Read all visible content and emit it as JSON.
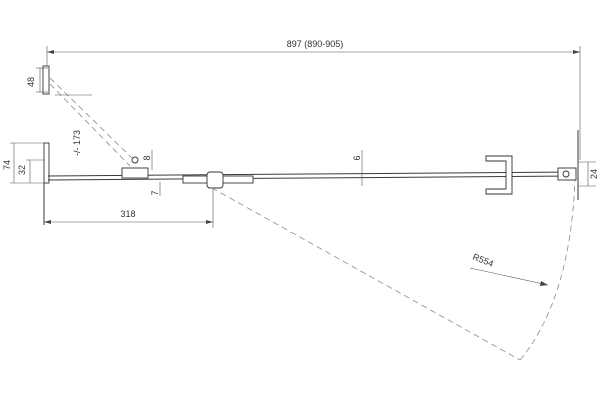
{
  "drawing": {
    "labels": {
      "overall_width": "897 (890-905)",
      "wall_profile_48": "48",
      "opening_angle_173": "-/- 173",
      "height_74": "74",
      "height_32": "32",
      "offset_8": "8",
      "offset_7": "7",
      "thickness_6": "6",
      "width_318": "318",
      "radius": "R554",
      "right_24": "24"
    }
  }
}
